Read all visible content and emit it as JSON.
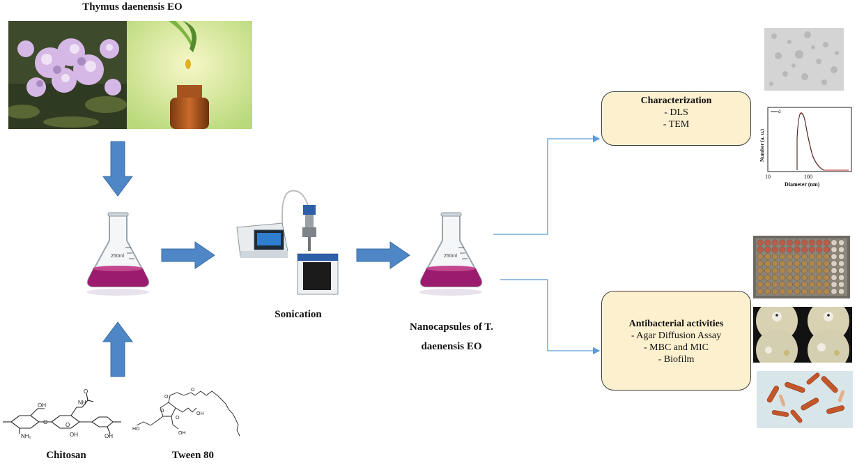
{
  "source_label": "Thymus daenensis EO",
  "sonication_label": "Sonication",
  "product_label_line1": "Nanocapsules of T.",
  "product_label_line2": "daenensis EO",
  "flask_volume_label": "250ml",
  "chitosan_label": "Chitosan",
  "tween_label": "Tween 80",
  "characterization": {
    "title": "Characterization",
    "items": [
      "-   DLS",
      "- TEM"
    ]
  },
  "antibacterial": {
    "title": "Antibacterial activities",
    "items": [
      "-   Agar Diffusion Assay",
      "-   MBC and MIC",
      "-   Biofilm"
    ]
  },
  "dls_chart": {
    "ylabel": "Number (a. u.)",
    "xlabel": "Diameter (nm)",
    "tick_10": "10",
    "tick_100": "100",
    "legend": "d"
  },
  "colors": {
    "arrow_fill": "#4f86c6",
    "arrow_stroke": "#3a6ea5",
    "connector": "#5b9bd5",
    "box_fill": "#fdf0cf",
    "liquid": "#9b1c6e"
  }
}
